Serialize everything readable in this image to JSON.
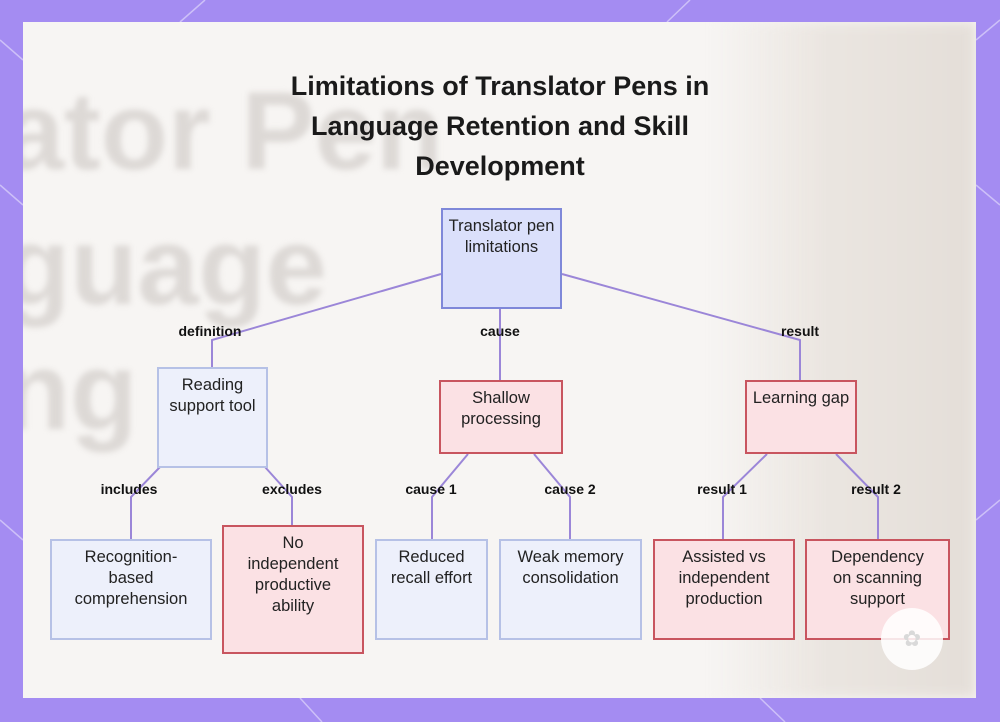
{
  "title": "Limitations of Translator Pens in Language Retention and Skill Development",
  "background_text": [
    "ator Pen",
    "guage",
    "ng"
  ],
  "nodes": {
    "root": "Translator pen limitations",
    "reading_support": "Reading support tool",
    "shallow": "Shallow processing",
    "learning_gap": "Learning gap",
    "recognition": "Recognition-based comprehension",
    "no_independent": "No independent productive ability",
    "reduced_recall": "Reduced recall effort",
    "weak_memory": "Weak memory consolidation",
    "assisted": "Assisted vs independent production",
    "dependency": "Dependency on scanning support"
  },
  "edge_labels": {
    "definition": "definition",
    "cause": "cause",
    "result": "result",
    "includes": "includes",
    "excludes": "excludes",
    "cause1": "cause 1",
    "cause2": "cause 2",
    "result1": "result 1",
    "result2": "result 2"
  },
  "colors": {
    "frame": "#a48cf2",
    "edge": "#9b86d8",
    "root_fill": "#dbe0fb",
    "category_fill": "#edf0fb",
    "issue_fill": "#fbe1e4",
    "issue_border": "#c8555f"
  },
  "icons": {
    "watermark": "brand-logo-icon"
  }
}
